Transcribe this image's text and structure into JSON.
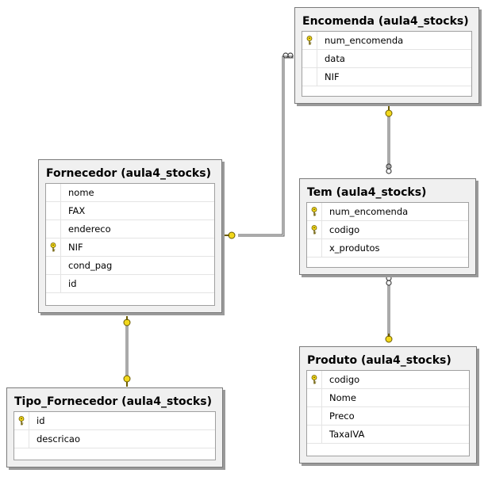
{
  "tables": [
    {
      "id": "encomenda",
      "title": "Encomenda (aula4_stocks)",
      "columns": [
        {
          "name": "num_encomenda",
          "key": true
        },
        {
          "name": "data",
          "key": false
        },
        {
          "name": "NIF",
          "key": false
        }
      ]
    },
    {
      "id": "fornecedor",
      "title": "Fornecedor (aula4_stocks)",
      "columns": [
        {
          "name": "nome",
          "key": false
        },
        {
          "name": "FAX",
          "key": false
        },
        {
          "name": "endereco",
          "key": false
        },
        {
          "name": "NIF",
          "key": true
        },
        {
          "name": "cond_pag",
          "key": false
        },
        {
          "name": "id",
          "key": false
        }
      ]
    },
    {
      "id": "tem",
      "title": "Tem (aula4_stocks)",
      "columns": [
        {
          "name": "num_encomenda",
          "key": true
        },
        {
          "name": "codigo",
          "key": true
        },
        {
          "name": "x_produtos",
          "key": false
        }
      ]
    },
    {
      "id": "tipo_fornecedor",
      "title": "Tipo_Fornecedor (aula4_stocks)",
      "columns": [
        {
          "name": "id",
          "key": true
        },
        {
          "name": "descricao",
          "key": false
        }
      ]
    },
    {
      "id": "produto",
      "title": "Produto (aula4_stocks)",
      "columns": [
        {
          "name": "codigo",
          "key": true
        },
        {
          "name": "Nome",
          "key": false
        },
        {
          "name": "Preco",
          "key": false
        },
        {
          "name": "TaxaIVA",
          "key": false
        }
      ]
    }
  ],
  "relationships": [
    {
      "from": "fornecedor",
      "to": "encomenda"
    },
    {
      "from": "encomenda",
      "to": "tem"
    },
    {
      "from": "produto",
      "to": "tem"
    },
    {
      "from": "tipo_fornecedor",
      "to": "fornecedor"
    }
  ],
  "colors": {
    "key_icon": "#f2d81c",
    "line": "#555555"
  }
}
